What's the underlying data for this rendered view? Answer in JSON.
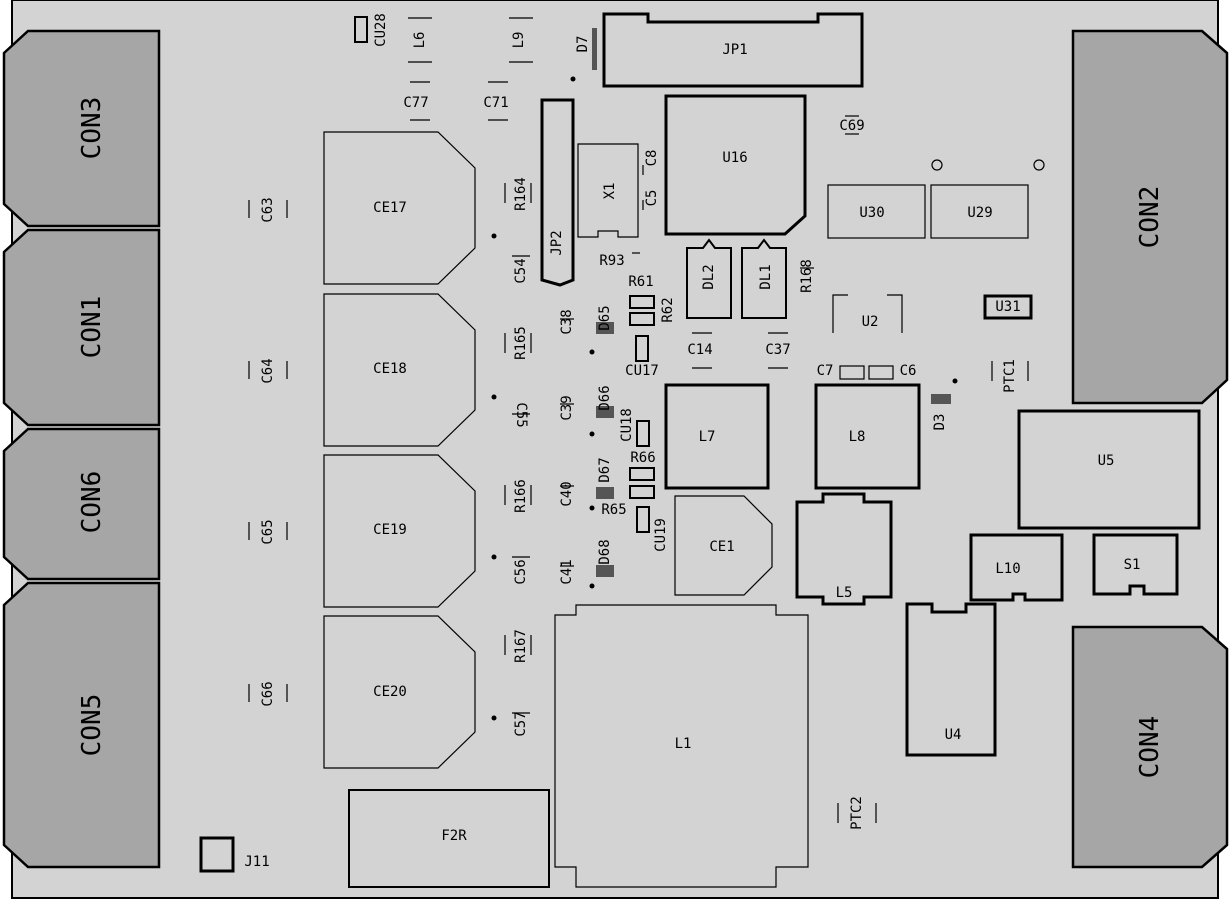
{
  "board": {
    "colors": {
      "pcb": "#d3d3d3",
      "connector": "#a6a6a6",
      "outline": "#000000"
    }
  },
  "connectors": {
    "con3": "CON3",
    "con1": "CON1",
    "con6": "CON6",
    "con5": "CON5",
    "con2": "CON2",
    "con4": "CON4"
  },
  "jumpers": {
    "jp1": "JP1",
    "jp2": "JP2",
    "j11": "J11"
  },
  "chips": {
    "u16": "U16",
    "u30": "U30",
    "u29": "U29",
    "u31": "U31",
    "u2": "U2",
    "u5": "U5",
    "u4": "U4",
    "x1": "X1",
    "s1": "S1"
  },
  "inductors": {
    "l1": "L1",
    "l5": "L5",
    "l6": "L6",
    "l7": "L7",
    "l8": "L8",
    "l9": "L9",
    "l10": "L10"
  },
  "electrolytics": {
    "ce1": "CE1",
    "ce17": "CE17",
    "ce18": "CE18",
    "ce19": "CE19",
    "ce20": "CE20"
  },
  "capacitors": {
    "c5": "C5",
    "c6": "C6",
    "c7": "C7",
    "c8": "C8",
    "c14": "C14",
    "c37": "C37",
    "c38": "C38",
    "c39": "C39",
    "c40": "C40",
    "c41": "C41",
    "c54": "C54",
    "c55": "C55",
    "c56": "C56",
    "c57": "C57",
    "c63": "C63",
    "c64": "C64",
    "c65": "C65",
    "c66": "C66",
    "c69": "C69",
    "c71": "C71",
    "c77": "C77"
  },
  "resistors": {
    "r61": "R61",
    "r62": "R62",
    "r65": "R65",
    "r66": "R66",
    "r93": "R93",
    "r164": "R164",
    "r165": "R165",
    "r166": "R166",
    "r167": "R167",
    "r168": "R168"
  },
  "diodes": {
    "d3": "D3",
    "d7": "D7",
    "d65": "D65",
    "d66": "D66",
    "d67": "D67",
    "d68": "D68",
    "dl1": "DL1",
    "dl2": "DL2"
  },
  "misc": {
    "cu17": "CU17",
    "cu18": "CU18",
    "cu19": "CU19",
    "cu28": "CU28",
    "ptc1": "PTC1",
    "ptc2": "PTC2",
    "f2r": "F2R"
  }
}
